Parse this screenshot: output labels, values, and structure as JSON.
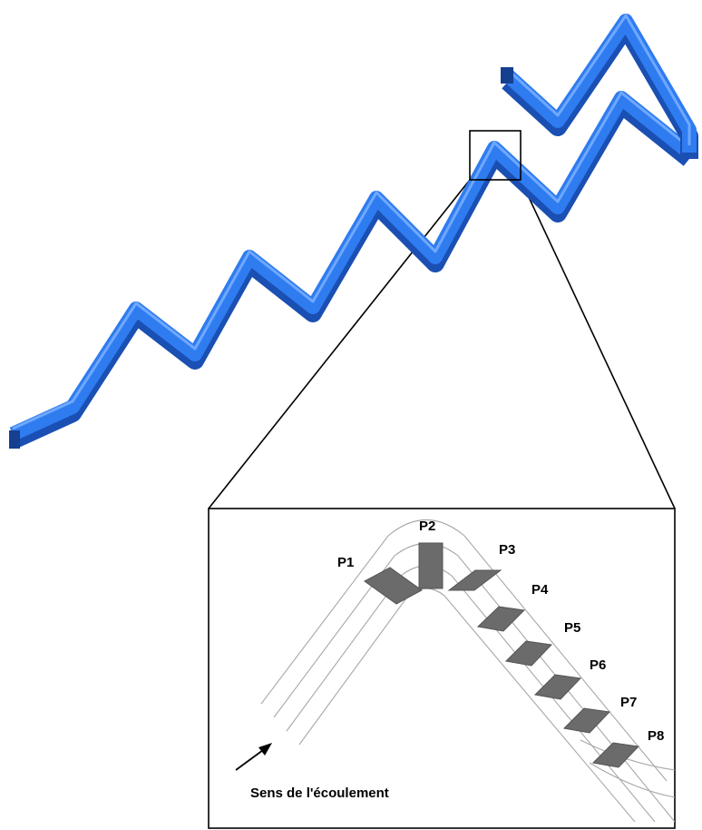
{
  "figure": {
    "inset": {
      "planes": [
        {
          "id": "P1",
          "label": "P1"
        },
        {
          "id": "P2",
          "label": "P2"
        },
        {
          "id": "P3",
          "label": "P3"
        },
        {
          "id": "P4",
          "label": "P4"
        },
        {
          "id": "P5",
          "label": "P5"
        },
        {
          "id": "P6",
          "label": "P6"
        },
        {
          "id": "P7",
          "label": "P7"
        },
        {
          "id": "P8",
          "label": "P8"
        }
      ],
      "flow_caption": "Sens de l'écoulement"
    },
    "colors": {
      "channel_top": "#2f7cf0",
      "channel_side": "#1a4fb3",
      "plane_fill": "#6b6b6b",
      "inset_lines": "#a8a8a8"
    }
  }
}
